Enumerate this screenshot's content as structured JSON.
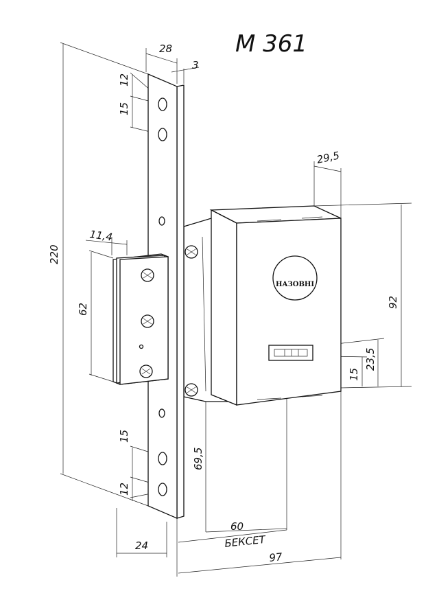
{
  "title": "M 361",
  "badge_text": "НАЗОВНІ",
  "dimensions": {
    "faceplate_width": "28",
    "faceplate_thickness": "3",
    "top_hole_offset": "12",
    "top_hole_spacing": "15",
    "case_depth": "29,5",
    "bolt_projection": "11,4",
    "total_height": "220",
    "bolt_height": "62",
    "case_height": "92",
    "key_center_height": "23,5",
    "key_offset": "15",
    "lower_offset": "69,5",
    "bottom_hole_spacing": "15",
    "bottom_hole_offset": "12",
    "backset": "60",
    "backset_label": "БЕКСЕТ",
    "faceplate_bottom_width": "24",
    "total_depth": "97"
  }
}
